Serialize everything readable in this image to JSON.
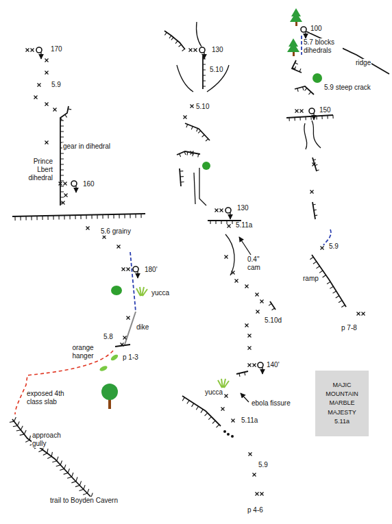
{
  "diagram": {
    "nodes": [
      {
        "text": [
          "MAJIC MOUNTAIN MARBLE MAJESTY 5.11a"
        ]
      }
    ],
    "labels": [
      "170",
      "5.9",
      "gear in dihedral",
      "Prince Lbert dihedral",
      "160",
      "5.6 grainy",
      "180'",
      "yucca",
      "dike",
      "5.8",
      "orange hanger",
      "p 1-3",
      "exposed 4th class slab",
      "approach gully",
      "trail to Boyden Cavern",
      "130",
      "5.10",
      "5.10",
      "130",
      "5.11a",
      "0.4\" cam",
      "5.10d",
      "140'",
      "yucca",
      "ebola fissure",
      "5.11a",
      "5.9",
      "p 4-6",
      "100",
      "ridge",
      "5.7 blocks dihedrals",
      "5.9 steep crack",
      "150",
      "5.9",
      "ramp",
      "p 7-8"
    ]
  }
}
